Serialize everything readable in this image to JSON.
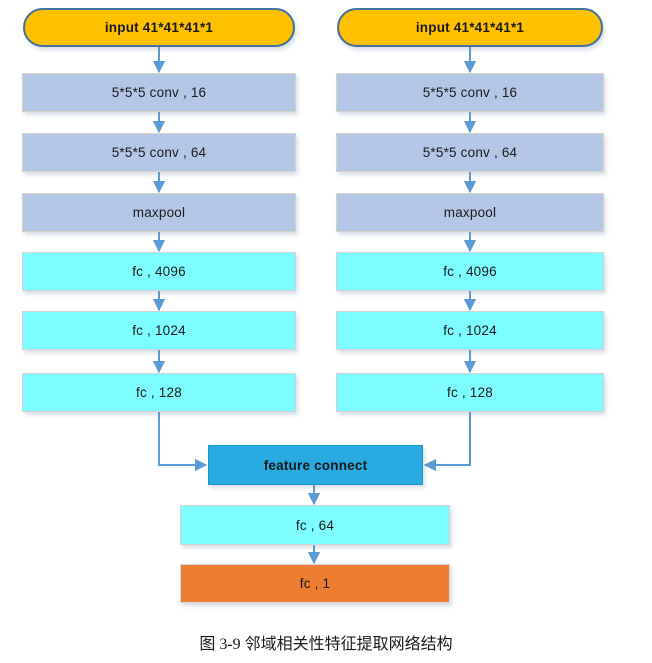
{
  "colors": {
    "arrow": "#5B9BD5",
    "input_fill": "#FFC000",
    "input_border": "#41719C",
    "conv_fill": "#B4C7E7",
    "conv_border": "#D6D3C9",
    "fc_fill": "#7DFDFF",
    "fc_border": "#D2D2D2",
    "connect_fill": "#29ABE2",
    "connect_border": "#1B95CE",
    "output_fill": "#ED7D31",
    "output_border": "#D9D9D9"
  },
  "diagram": {
    "caption": "图 3-9 邻域相关性特征提取网络结构",
    "columns": {
      "left": {
        "nodes": [
          {
            "label": "input 41*41*41*1",
            "type": "input"
          },
          {
            "label": "5*5*5 conv , 16",
            "type": "conv"
          },
          {
            "label": "5*5*5 conv , 64",
            "type": "conv"
          },
          {
            "label": "maxpool",
            "type": "pool"
          },
          {
            "label": "fc , 4096",
            "type": "fc"
          },
          {
            "label": "fc , 1024",
            "type": "fc"
          },
          {
            "label": "fc , 128",
            "type": "fc"
          }
        ]
      },
      "right": {
        "nodes": [
          {
            "label": "input 41*41*41*1",
            "type": "input"
          },
          {
            "label": "5*5*5 conv , 16",
            "type": "conv"
          },
          {
            "label": "5*5*5 conv , 64",
            "type": "conv"
          },
          {
            "label": "maxpool",
            "type": "pool"
          },
          {
            "label": "fc , 4096",
            "type": "fc"
          },
          {
            "label": "fc , 1024",
            "type": "fc"
          },
          {
            "label": "fc , 128",
            "type": "fc"
          }
        ]
      }
    },
    "merge": {
      "connect": {
        "label": "feature connect"
      },
      "fc64": {
        "label": "fc , 64"
      },
      "fc1": {
        "label": "fc , 1"
      }
    }
  }
}
